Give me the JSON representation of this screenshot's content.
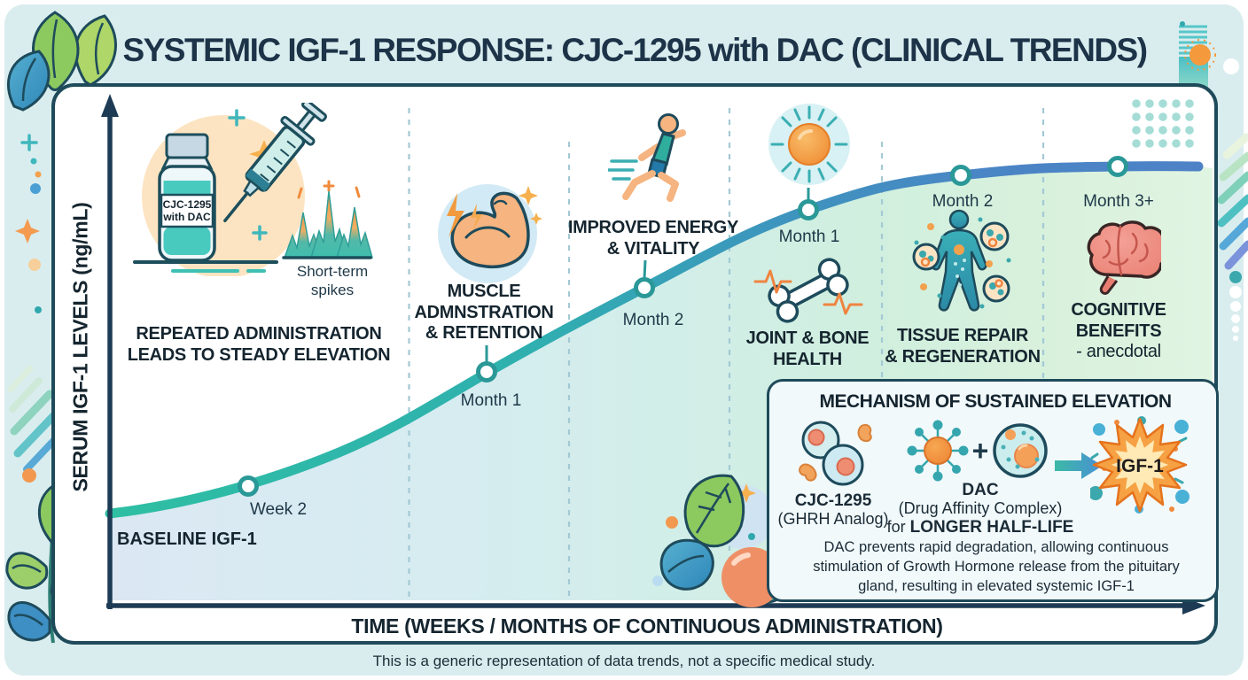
{
  "header": {
    "title": "SYSTEMIC IGF-1 RESPONSE: CJC-1295 with DAC (CLINICAL TRENDS)"
  },
  "axes": {
    "y_label": "SERUM IGF-1 LEVELS (ng/mL)",
    "x_label": "TIME (WEEKS / MONTHS OF CONTINUOUS ADMINISTRATION)"
  },
  "baseline_label": "BASELINE IGF-1",
  "chart_data": {
    "type": "line",
    "title": "Systemic IGF-1 response to continuous CJC-1295 with DAC administration",
    "xlabel": "TIME (WEEKS / MONTHS OF CONTINUOUS ADMINISTRATION)",
    "ylabel": "SERUM IGF-1 LEVELS (ng/mL)",
    "grid": false,
    "numeric_ticks_shown": false,
    "shape": "S-curve rising from baseline to a sustained plateau",
    "points": [
      {
        "label": "Baseline",
        "level_pct_of_plateau": 21
      },
      {
        "label": "Week 2",
        "level_pct_of_plateau": 27
      },
      {
        "label": "Month 1",
        "level_pct_of_plateau": 53
      },
      {
        "label": "Month 2",
        "level_pct_of_plateau": 72
      },
      {
        "label": "Month 1",
        "level_pct_of_plateau": 90
      },
      {
        "label": "Month 2",
        "level_pct_of_plateau": 98
      },
      {
        "label": "Month 3+",
        "level_pct_of_plateau": 100
      }
    ]
  },
  "vial": {
    "label_line1": "CJC-1295",
    "label_line2": "with DAC"
  },
  "spikes": {
    "caption_line1": "Short-term",
    "caption_line2": "spikes"
  },
  "sections": [
    {
      "heading": [
        "REPEATED ADMINISTRATION",
        "LEADS TO STEADY ELEVATION"
      ],
      "marker": "Week 2"
    },
    {
      "heading": [
        "MUSCLE",
        "ADMNSTRATION",
        "& RETENTION"
      ],
      "marker": "Month 1"
    },
    {
      "heading": [
        "IMPROVED ENERGY",
        "& VITALITY"
      ],
      "marker": "Month 2"
    },
    {
      "heading": [
        "JOINT & BONE",
        "HEALTH"
      ],
      "marker": "Month 1"
    },
    {
      "heading": [
        "TISSUE REPAIR",
        "& REGENERATION"
      ],
      "marker": "Month 2"
    },
    {
      "heading": [
        "COGNITIVE",
        "BENEFITS"
      ],
      "note": "- anecdotal",
      "marker": "Month 3+"
    }
  ],
  "mechanism": {
    "title": "MECHANISM OF SUSTAINED ELEVATION",
    "cjc": {
      "name": "CJC-1295",
      "sub": "(GHRH Analog)"
    },
    "plus": "+",
    "dac": {
      "name": "DAC",
      "sub": "(Drug Affinity Complex)",
      "for_prefix": "for ",
      "highlight": "LONGER HALF-LIFE"
    },
    "result": "IGF-1",
    "description": [
      "DAC prevents rapid degradation, allowing continuous",
      "stimulation of Growth Hormone release from the pituitary",
      "gland, resulting in elevated systemic IGF-1"
    ]
  },
  "footer": {
    "disclaimer": "This is a generic representation of data trends, not a specific medical study."
  },
  "colors": {
    "background": "#d9edef",
    "card": "#ffffff",
    "border_dark": "#1e4a5a",
    "curve_teal": "#2ebfa3",
    "curve_blue": "#4a83c4",
    "accent_orange": "#f29a3e",
    "ink": "#15252f"
  }
}
